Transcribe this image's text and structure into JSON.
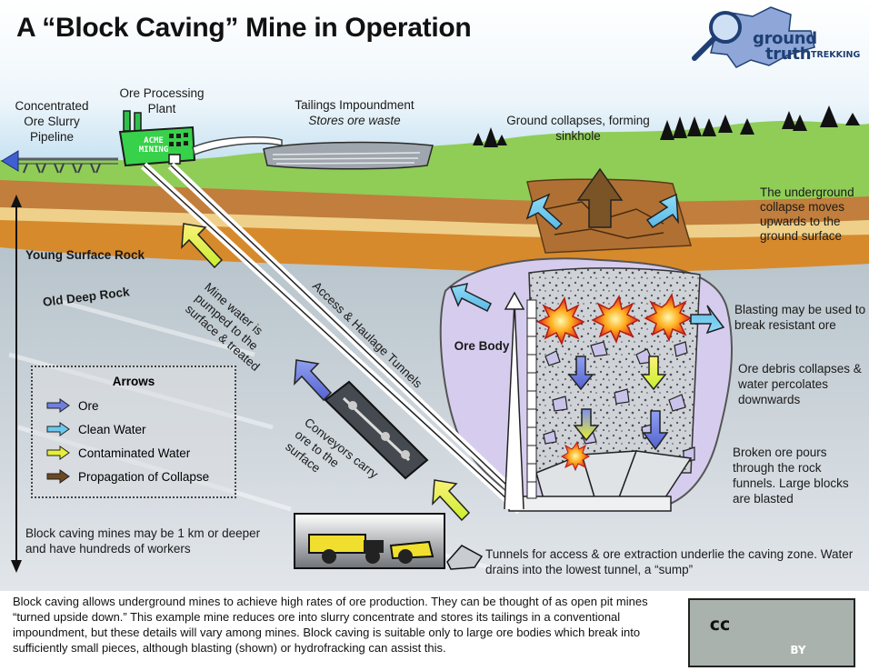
{
  "title": "A “Block Caving” Mine in Operation",
  "logo": {
    "line1": "ground",
    "line2": "truth",
    "small": "TREKKING"
  },
  "labels": {
    "pipeline": "Concentrated Ore Slurry Pipeline",
    "plant": "Ore Processing Plant",
    "acme": "ACME MINING",
    "tailings": "Tailings Impoundment",
    "tailings_sub": "Stores ore waste",
    "sinkhole": "Ground collapses, forming sinkhole",
    "collapse_moves": "The underground collapse moves upwards to the ground surface",
    "young_rock": "Young Surface Rock",
    "old_rock": "Old Deep Rock",
    "mine_water": "Mine water is pumped to the surface & treated",
    "access_tunnels": "Access & Haulage Tunnels",
    "ore_body": "Ore Body",
    "blasting": "Blasting may be used to break resistant ore",
    "debris": "Ore debris collapses & water percolates downwards",
    "broken_ore": "Broken ore pours through the rock funnels.  Large blocks are blasted",
    "conveyors": "Conveyors carry ore to the surface",
    "depth": "Block caving mines may be 1 km or deeper and have hundreds of workers",
    "tunnels_note": "Tunnels for access & ore extraction underlie the caving zone.  Water drains into the lowest tunnel, a “sump”"
  },
  "legend": {
    "title": "Arrows",
    "items": [
      {
        "label": "Ore",
        "color": "#6f7fe0"
      },
      {
        "label": "Clean Water",
        "color": "#6cc9ee"
      },
      {
        "label": "Contaminated Water",
        "color": "#e6ee3a"
      },
      {
        "label": "Propagation of Collapse",
        "color": "#6b4a22"
      }
    ]
  },
  "bottom_text": "Block caving allows underground mines to achieve high rates of ore production.  They can be thought of as open pit mines “turned upside down.”  This example mine reduces ore into slurry concentrate and stores its  tailings in a conventional impoundment, but these details will vary among mines.  Block caving is suitable only to large ore bodies which break into sufficiently small pieces, although blasting (shown) or hydrofracking can assist this.",
  "license": {
    "cc": "cc",
    "by": "BY"
  }
}
